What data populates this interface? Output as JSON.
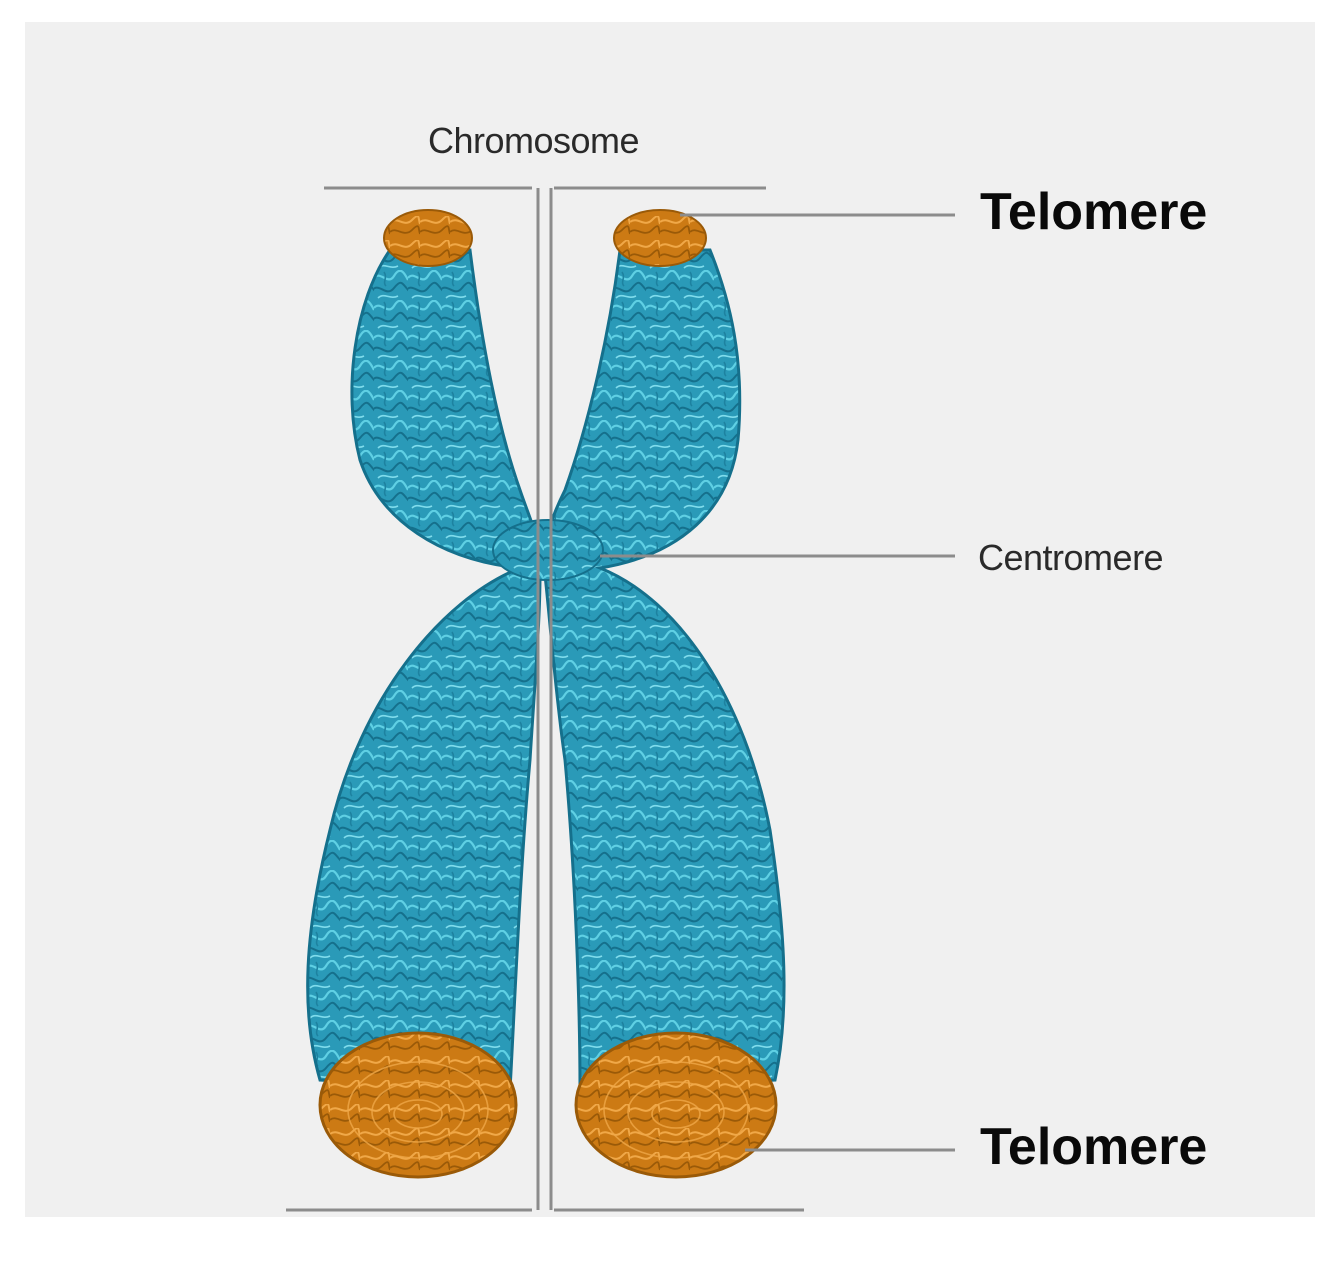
{
  "labels": {
    "chromosome": "Chromosome",
    "centromere": "Centromere",
    "telomere_top": "Telomere",
    "telomere_bottom": "Telomere"
  },
  "colors": {
    "panel_background": "#f0f0f0",
    "chromatin": "#2a9ab8",
    "chromatin_highlight": "#5fd0e4",
    "chromatin_shadow": "#15708c",
    "telomere": "#cc7a14",
    "telomere_highlight": "#f0a848",
    "leader_lines": "#8c8c8c"
  }
}
